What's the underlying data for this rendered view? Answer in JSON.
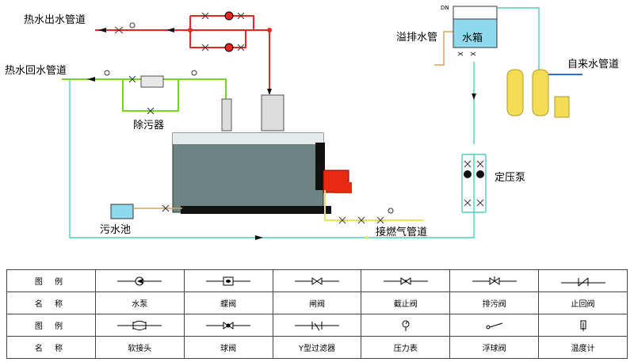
{
  "labels": {
    "hot_out": "热水出水管道",
    "hot_return": "热水回水管道",
    "desilt": "除污器",
    "sewage_pool": "污水池",
    "gas_pipe": "接燃气管道",
    "overflow": "溢排水管",
    "tank": "水箱",
    "tap_water": "自来水管道",
    "const_pump": "定压泵",
    "dn": "DN"
  },
  "legend": {
    "header_symbol": "图 例",
    "header_name": "名 称",
    "row1": [
      "水泵",
      "蝶阀",
      "闸阀",
      "截止阀",
      "排污阀",
      "止回阀"
    ],
    "row2": [
      "软接头",
      "球阀",
      "Y型过滤器",
      "压力表",
      "浮球阀",
      "温度计"
    ]
  },
  "colors": {
    "hot_water": "#e8251f",
    "return_water": "#7ad31c",
    "tap_water": "#4ecdc0",
    "gas": "#e8e55a",
    "overflow": "#d8a25a",
    "boiler": "#6e8482",
    "burner": "#e82a12",
    "tank": "#8fd9ee",
    "cylinder": "#f2dd55"
  }
}
